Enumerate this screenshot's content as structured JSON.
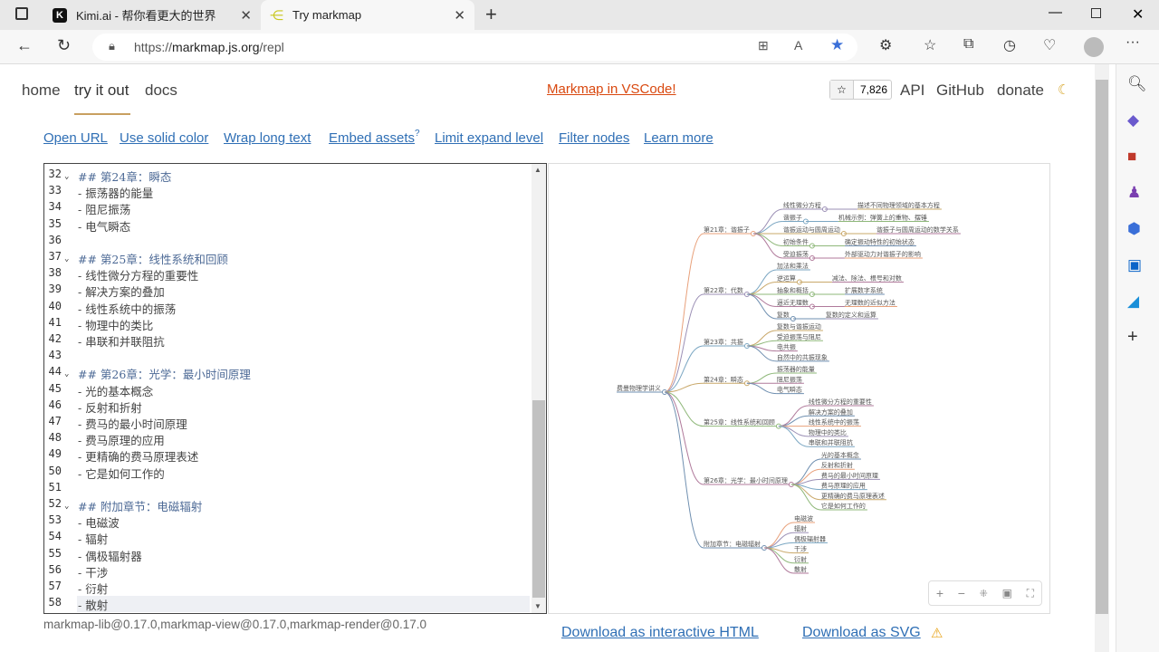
{
  "browser": {
    "tabs": [
      {
        "title": "Kimi.ai - 帮你看更大的世界",
        "icon": "kimi-icon"
      },
      {
        "title": "Try markmap",
        "icon": "markmap-icon",
        "active": true
      }
    ],
    "url_prefix": "https://",
    "url_host": "markmap.js.org",
    "url_path": "/repl",
    "favorite_active_color": "#3a6fd8"
  },
  "site": {
    "nav": [
      "home",
      "try it out",
      "docs"
    ],
    "promo": "Markmap in VSCode!",
    "stars": "7,826",
    "right_links": [
      "API",
      "GitHub",
      "donate"
    ],
    "tools": [
      "Open URL",
      "Use solid color",
      "Wrap long text",
      "Embed assets",
      "Limit expand level",
      "Filter nodes",
      "Learn more"
    ],
    "embed_sup": "?",
    "versions": "markmap-lib@0.17.0,markmap-view@0.17.0,markmap-render@0.17.0",
    "download_html": "Download as interactive HTML",
    "download_svg": "Download as SVG",
    "accent": "#2f6fb5",
    "promo_color": "#d9480f"
  },
  "editor": {
    "lines": [
      {
        "n": "32",
        "t": "## 第24章：瞬态",
        "h": true
      },
      {
        "n": "33",
        "t": "- 振荡器的能量"
      },
      {
        "n": "34",
        "t": "- 阻尼振荡"
      },
      {
        "n": "35",
        "t": "- 电气瞬态"
      },
      {
        "n": "36",
        "t": ""
      },
      {
        "n": "37",
        "t": "## 第25章：线性系统和回顾",
        "h": true
      },
      {
        "n": "38",
        "t": "- 线性微分方程的重要性"
      },
      {
        "n": "39",
        "t": "- 解决方案的叠加"
      },
      {
        "n": "40",
        "t": "- 线性系统中的振荡"
      },
      {
        "n": "41",
        "t": "- 物理中的类比"
      },
      {
        "n": "42",
        "t": "- 串联和并联阻抗"
      },
      {
        "n": "43",
        "t": ""
      },
      {
        "n": "44",
        "t": "## 第26章：光学：最小时间原理",
        "h": true
      },
      {
        "n": "45",
        "t": "- 光的基本概念"
      },
      {
        "n": "46",
        "t": "- 反射和折射"
      },
      {
        "n": "47",
        "t": "- 费马的最小时间原理"
      },
      {
        "n": "48",
        "t": "- 费马原理的应用"
      },
      {
        "n": "49",
        "t": "- 更精确的费马原理表述"
      },
      {
        "n": "50",
        "t": "- 它是如何工作的"
      },
      {
        "n": "51",
        "t": ""
      },
      {
        "n": "52",
        "t": "## 附加章节：电磁辐射",
        "h": true
      },
      {
        "n": "53",
        "t": "- 电磁波"
      },
      {
        "n": "54",
        "t": "- 辐射"
      },
      {
        "n": "55",
        "t": "- 偶极辐射器"
      },
      {
        "n": "56",
        "t": "- 干涉"
      },
      {
        "n": "57",
        "t": "- 衍射"
      },
      {
        "n": "58",
        "t": "- 散射"
      }
    ]
  },
  "markmap": {
    "root": "费曼物理学讲义",
    "colors": [
      "#e8a07a",
      "#9b8fb5",
      "#7aa6c2",
      "#c9a86a",
      "#8fb87a",
      "#b07a9b",
      "#6f8fb0"
    ],
    "chapters": [
      {
        "label": "第21章：谐振子",
        "children": [
          {
            "label": "线性微分方程",
            "child": "描述不同物理领域的基本方程"
          },
          {
            "label": "谐振子",
            "child": "机械示例：弹簧上的重物、摆锤"
          },
          {
            "label": "谐振运动与圆周运动",
            "child": "谐振子与圆周运动的数学关系"
          },
          {
            "label": "初始条件",
            "child": "确定振动特性的初始状态"
          },
          {
            "label": "受迫振荡",
            "child": "外部驱动力对谐振子的影响"
          }
        ]
      },
      {
        "label": "第22章：代数",
        "children": [
          {
            "label": "加法和乘法"
          },
          {
            "label": "逆运算",
            "child": "减法、除法、根号和对数"
          },
          {
            "label": "抽象和概括",
            "child": "扩展数字系统"
          },
          {
            "label": "逼近无理数",
            "child": "无理数的近似方法"
          },
          {
            "label": "复数",
            "child": "复数的定义和运算"
          }
        ]
      },
      {
        "label": "第23章：共振",
        "children": [
          {
            "label": "复数与谐振运动"
          },
          {
            "label": "受迫振荡与阻尼"
          },
          {
            "label": "电共振"
          },
          {
            "label": "自然中的共振现象"
          }
        ]
      },
      {
        "label": "第24章：瞬态",
        "children": [
          {
            "label": "振荡器的能量"
          },
          {
            "label": "阻尼振荡"
          },
          {
            "label": "电气瞬态"
          }
        ]
      },
      {
        "label": "第25章：线性系统和回顾",
        "children": [
          {
            "label": "线性微分方程的重要性"
          },
          {
            "label": "解决方案的叠加"
          },
          {
            "label": "线性系统中的振荡"
          },
          {
            "label": "物理中的类比"
          },
          {
            "label": "串联和并联阻抗"
          }
        ]
      },
      {
        "label": "第26章：光学：最小时间原理",
        "children": [
          {
            "label": "光的基本概念"
          },
          {
            "label": "反射和折射"
          },
          {
            "label": "费马的最小时间原理"
          },
          {
            "label": "费马原理的应用"
          },
          {
            "label": "更精确的费马原理表述"
          },
          {
            "label": "它是如何工作的"
          }
        ]
      },
      {
        "label": "附加章节：电磁辐射",
        "children": [
          {
            "label": "电磁波"
          },
          {
            "label": "辐射"
          },
          {
            "label": "偶极辐射器"
          },
          {
            "label": "干涉"
          },
          {
            "label": "衍射"
          },
          {
            "label": "散射"
          }
        ]
      }
    ]
  }
}
